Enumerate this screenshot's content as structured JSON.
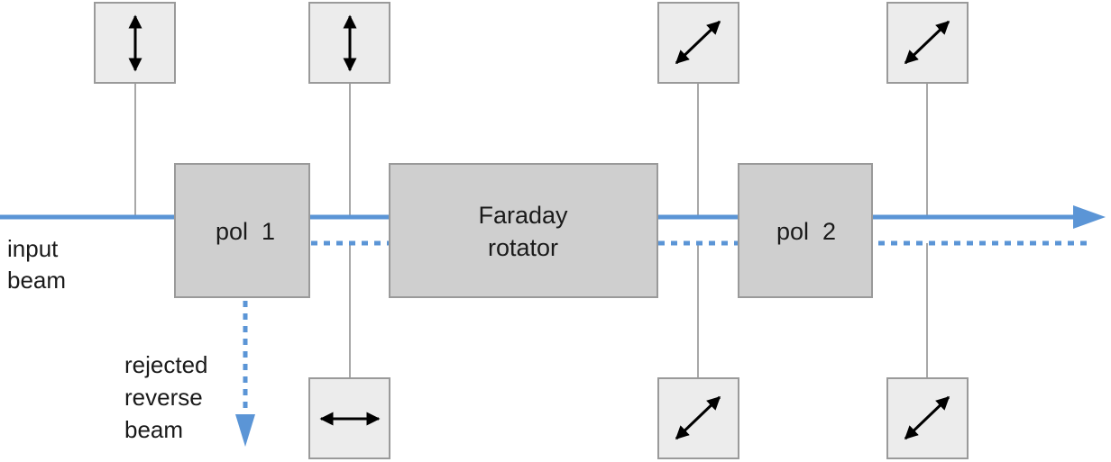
{
  "labels": {
    "input_beam_line1": "input",
    "input_beam_line2": "beam",
    "pol1": "pol  1",
    "faraday_line1": "Faraday",
    "faraday_line2": "rotator",
    "pol2": "pol  2",
    "rejected_line1": "rejected",
    "rejected_line2": "reverse",
    "rejected_line3": "beam"
  },
  "colors": {
    "beam": "#5b95d6",
    "component_fill": "#cfcfcf",
    "component_stroke": "#9a9a9a",
    "indicator_fill": "#ececec",
    "indicator_stroke": "#9a9a9a",
    "connector": "#a8a8a8",
    "arrow": "#000000"
  },
  "polarization_indicators": [
    {
      "name": "top-1",
      "orientation": "vertical"
    },
    {
      "name": "top-2",
      "orientation": "vertical"
    },
    {
      "name": "top-3",
      "orientation": "diagonal"
    },
    {
      "name": "top-4",
      "orientation": "diagonal"
    },
    {
      "name": "bottom-2",
      "orientation": "horizontal"
    },
    {
      "name": "bottom-3",
      "orientation": "diagonal"
    },
    {
      "name": "bottom-4",
      "orientation": "diagonal"
    }
  ]
}
